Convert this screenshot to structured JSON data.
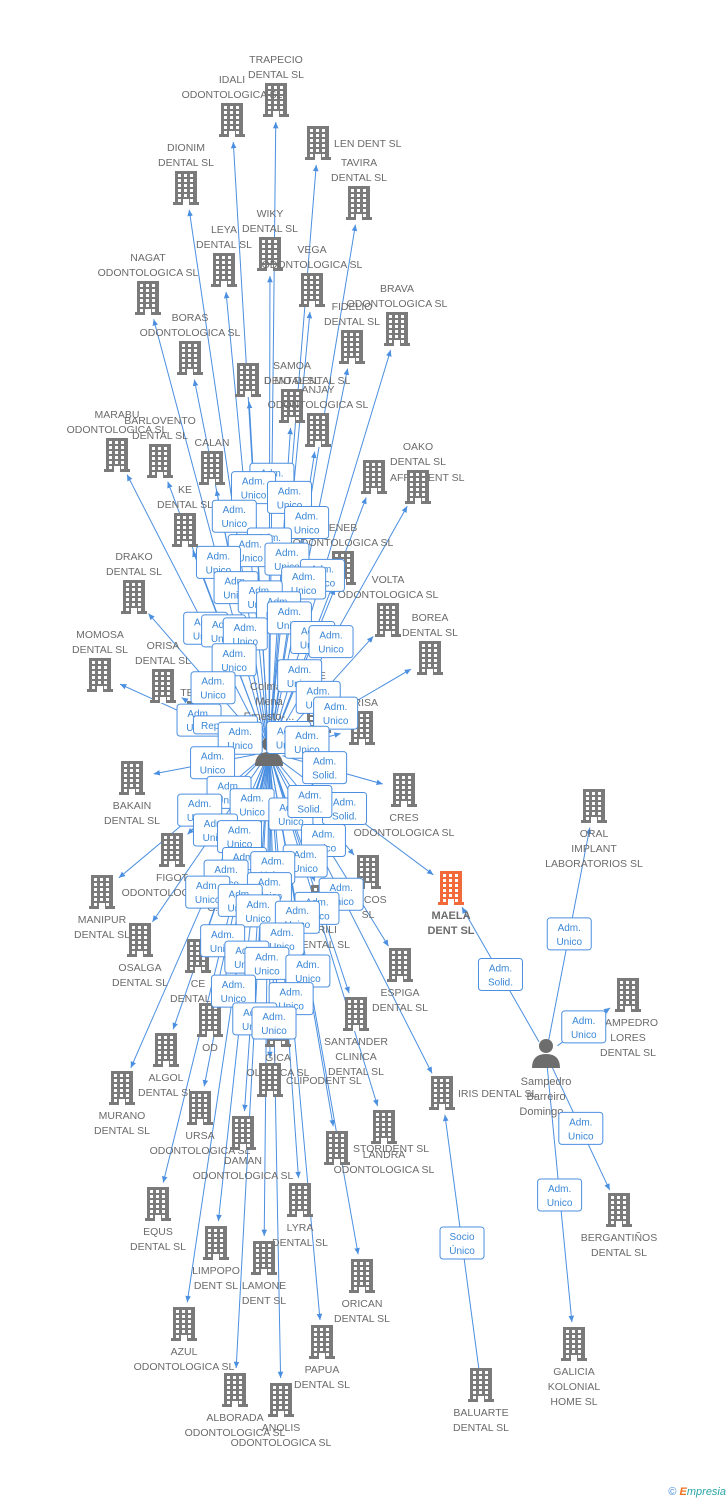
{
  "colors": {
    "edge": "#4b8fe0",
    "building": "#7a7a7a",
    "focus_building": "#f26a3a",
    "person": "#6d6d6d",
    "label": "#6b6b6b",
    "role_border": "#4b8fe0",
    "role_text": "#3a87d6"
  },
  "people": [
    {
      "id": "colman",
      "lines": [
        "Colman",
        "Mena",
        "Ernesto-..."
      ]
    },
    {
      "id": "sampedro",
      "lines": [
        "Sampedro",
        "Barreiro",
        "Domingo..."
      ]
    }
  ],
  "companies": [
    {
      "id": "trapecio",
      "lines": [
        "TRAPECIO",
        "DENTAL SL"
      ]
    },
    {
      "id": "idali",
      "lines": [
        "IDALI",
        "ODONTOLOGICA SL"
      ]
    },
    {
      "id": "len",
      "lines": [
        "LEN DENT SL"
      ]
    },
    {
      "id": "dionim",
      "lines": [
        "DIONIM",
        "DENTAL SL"
      ]
    },
    {
      "id": "tavira",
      "lines": [
        "TAVIRA",
        "DENTAL SL"
      ]
    },
    {
      "id": "wiky",
      "lines": [
        "WIKY",
        "DENTAL SL"
      ]
    },
    {
      "id": "leya",
      "lines": [
        "LEYA",
        "DENTAL SL"
      ]
    },
    {
      "id": "vega",
      "lines": [
        "VEGA",
        "ODONTOLOGICA SL"
      ]
    },
    {
      "id": "nagat",
      "lines": [
        "NAGAT",
        "ODONTOLOGICA SL"
      ]
    },
    {
      "id": "brava",
      "lines": [
        "BRAVA",
        "ODONTOLOGICA SL"
      ]
    },
    {
      "id": "fidelio",
      "lines": [
        "FIDELIO",
        "DENTAL SL"
      ]
    },
    {
      "id": "boras",
      "lines": [
        "BORAS",
        "ODONTOLOGICA SL"
      ]
    },
    {
      "id": "dimo",
      "lines": [
        "DIMO DENTAL SL"
      ]
    },
    {
      "id": "samoa",
      "lines": [
        "SAMOA",
        "DENTAL SL"
      ]
    },
    {
      "id": "marabu",
      "lines": [
        "MARABU",
        "ODONTOLOGICA SL"
      ]
    },
    {
      "id": "barlovento",
      "lines": [
        "BARLOVENTO",
        "DENTAL SL"
      ]
    },
    {
      "id": "calan",
      "lines": [
        "CALAN"
      ]
    },
    {
      "id": "anjay",
      "lines": [
        "ANJAY",
        "ODONTOLOGICA SL"
      ]
    },
    {
      "id": "afra",
      "lines": [
        "AFRA DENT SL"
      ]
    },
    {
      "id": "oako",
      "lines": [
        "OAKO",
        "DENTAL SL"
      ]
    },
    {
      "id": "kesia",
      "lines": [
        "KE",
        "DENTAL SL"
      ]
    },
    {
      "id": "eneb",
      "lines": [
        "ENEB",
        "ODONTOLOGICA SL"
      ]
    },
    {
      "id": "drako",
      "lines": [
        "DRAKO",
        "DENTAL SL"
      ]
    },
    {
      "id": "volta",
      "lines": [
        "VOLTA",
        "ODONTOLOGICA SL"
      ]
    },
    {
      "id": "momosa",
      "lines": [
        "MOMOSA",
        "DENTAL SL"
      ]
    },
    {
      "id": "orisa",
      "lines": [
        "ORISA",
        "DENTAL SL"
      ]
    },
    {
      "id": "borea",
      "lines": [
        "BOREA",
        "DENTAL SL"
      ]
    },
    {
      "id": "terra",
      "lines": [
        "TERRA"
      ]
    },
    {
      "id": "me",
      "lines": [
        "ME",
        "DENT"
      ]
    },
    {
      "id": "kurisa",
      "lines": [
        "URISA"
      ]
    },
    {
      "id": "bakain",
      "lines": [
        "BAKAIN",
        "DENTAL SL"
      ]
    },
    {
      "id": "cres",
      "lines": [
        "CRES",
        "ODONTOLOGICA SL"
      ]
    },
    {
      "id": "oral",
      "lines": [
        "ORAL",
        "IMPLANT",
        "LABORATORIOS SL"
      ]
    },
    {
      "id": "figot",
      "lines": [
        "FIGOT",
        "ODONTOLOGICA SL"
      ]
    },
    {
      "id": "cfgen",
      "lines": [
        "C.F.GEN"
      ]
    },
    {
      "id": "maela",
      "lines": [
        "MAELA",
        "DENT SL"
      ],
      "focus": true
    },
    {
      "id": "manipur",
      "lines": [
        "MANIPUR",
        "DENTAL SL"
      ]
    },
    {
      "id": "idrili",
      "lines": [
        "IDRILI",
        "DENTAL SL"
      ]
    },
    {
      "id": "arcos",
      "lines": [
        "ARCOS",
        "SL"
      ]
    },
    {
      "id": "osalga",
      "lines": [
        "OSALGA",
        "DENTAL SL"
      ]
    },
    {
      "id": "ce",
      "lines": [
        "CE",
        "DENTAL SL"
      ]
    },
    {
      "id": "espiga",
      "lines": [
        "ESPIGA",
        "DENTAL SL"
      ]
    },
    {
      "id": "sampedro_lores",
      "lines": [
        "SAMPEDRO",
        "LORES",
        "DENTAL SL"
      ]
    },
    {
      "id": "od",
      "lines": [
        "OD"
      ]
    },
    {
      "id": "santander",
      "lines": [
        "SANTANDER",
        "CLINICA",
        "DENTAL SL"
      ]
    },
    {
      "id": "gica",
      "lines": [
        "GICA",
        "OLOGICA SL"
      ]
    },
    {
      "id": "algol",
      "lines": [
        "ALGOL",
        "DENTAL SL"
      ]
    },
    {
      "id": "murano",
      "lines": [
        "MURANO",
        "DENTAL SL"
      ]
    },
    {
      "id": "clipodent",
      "lines": [
        "CLIPODENT SL"
      ]
    },
    {
      "id": "iris",
      "lines": [
        "IRIS DENTAL SL"
      ]
    },
    {
      "id": "ursa",
      "lines": [
        "URSA",
        "ODONTOLOGICA SL"
      ]
    },
    {
      "id": "daman",
      "lines": [
        "DAMAN",
        "ODONTOLOGICA SL"
      ]
    },
    {
      "id": "landra",
      "lines": [
        "LANDRA",
        "ODONTOLOGICA SL"
      ]
    },
    {
      "id": "storident",
      "lines": [
        "STORIDENT SL"
      ]
    },
    {
      "id": "equs",
      "lines": [
        "EQUS",
        "DENTAL SL"
      ]
    },
    {
      "id": "lyra",
      "lines": [
        "LYRA",
        "DENTAL SL"
      ]
    },
    {
      "id": "berganti",
      "lines": [
        "BERGANTIÑOS",
        "DENTAL SL"
      ]
    },
    {
      "id": "limpopo",
      "lines": [
        "LIMPOPO",
        "DENT SL"
      ]
    },
    {
      "id": "lamone",
      "lines": [
        "LAMONE",
        "DENT SL"
      ]
    },
    {
      "id": "orican",
      "lines": [
        "ORICAN",
        "DENTAL SL"
      ]
    },
    {
      "id": "azul",
      "lines": [
        "AZUL",
        "ODONTOLOGICA SL"
      ]
    },
    {
      "id": "galicia",
      "lines": [
        "GALICIA",
        "KOLONIAL",
        "HOME SL"
      ]
    },
    {
      "id": "papua",
      "lines": [
        "PAPUA",
        "DENTAL SL"
      ]
    },
    {
      "id": "baluarte",
      "lines": [
        "BALUARTE",
        "DENTAL SL"
      ]
    },
    {
      "id": "alborada",
      "lines": [
        "ALBORADA",
        "ODONTOLOGICA SL"
      ]
    },
    {
      "id": "anolis",
      "lines": [
        "ANOLIS",
        "ODONTOLOGICA SL"
      ]
    }
  ],
  "relations": [
    {
      "from": "colman",
      "to": "trapecio",
      "role": [
        "Adm.",
        "Unico"
      ]
    },
    {
      "from": "colman",
      "to": "idali",
      "role": [
        "Adm.",
        "Unico"
      ]
    },
    {
      "from": "colman",
      "to": "len",
      "role": [
        "Adm.",
        "Unico"
      ]
    },
    {
      "from": "colman",
      "to": "dionim",
      "role": [
        "Adm.",
        "Unico"
      ]
    },
    {
      "from": "colman",
      "to": "tavira",
      "role": [
        "Adm.",
        "Unico"
      ]
    },
    {
      "from": "colman",
      "to": "wiky",
      "role": [
        "Adm.",
        "Unico"
      ]
    },
    {
      "from": "colman",
      "to": "leya",
      "role": [
        "Adm.",
        "Unico"
      ]
    },
    {
      "from": "colman",
      "to": "vega",
      "role": [
        "Adm.",
        "Unico"
      ]
    },
    {
      "from": "colman",
      "to": "nagat",
      "role": [
        "Adm.",
        "Unico"
      ]
    },
    {
      "from": "colman",
      "to": "brava",
      "role": [
        "Adm.",
        "Unico"
      ]
    },
    {
      "from": "colman",
      "to": "fidelio",
      "role": [
        "Adm.",
        "Unico"
      ]
    },
    {
      "from": "colman",
      "to": "boras",
      "role": [
        "Adm.",
        "Unico"
      ]
    },
    {
      "from": "colman",
      "to": "dimo",
      "role": [
        "Adm.",
        "Unico"
      ]
    },
    {
      "from": "colman",
      "to": "samoa",
      "role": [
        "Adm.",
        "Unico"
      ]
    },
    {
      "from": "colman",
      "to": "marabu",
      "role": [
        "Adm.",
        "Unico"
      ]
    },
    {
      "from": "colman",
      "to": "barlovento",
      "role": [
        "Adm.",
        "Unico"
      ]
    },
    {
      "from": "colman",
      "to": "calan",
      "role": [
        "Adm.",
        "Unico"
      ]
    },
    {
      "from": "colman",
      "to": "anjay",
      "role": [
        "Adm.",
        "Unico"
      ]
    },
    {
      "from": "colman",
      "to": "afra",
      "role": [
        "Adm.",
        "Unico"
      ]
    },
    {
      "from": "colman",
      "to": "oako",
      "role": [
        "Adm.",
        "Unico"
      ]
    },
    {
      "from": "colman",
      "to": "kesia",
      "role": [
        "Adm.",
        "Unico"
      ]
    },
    {
      "from": "colman",
      "to": "eneb",
      "role": [
        "Adm.",
        "Unico"
      ]
    },
    {
      "from": "colman",
      "to": "drako",
      "role": [
        "Adm.",
        "Unico"
      ]
    },
    {
      "from": "colman",
      "to": "volta",
      "role": [
        "Adm.",
        "Unico"
      ]
    },
    {
      "from": "colman",
      "to": "momosa",
      "role": [
        "Adm.",
        "Unico"
      ]
    },
    {
      "from": "colman",
      "to": "orisa",
      "role": [
        "Represent."
      ]
    },
    {
      "from": "colman",
      "to": "borea",
      "role": [
        "Adm.",
        "Unico"
      ]
    },
    {
      "from": "colman",
      "to": "terra",
      "role": [
        "Adm.",
        "Unico"
      ]
    },
    {
      "from": "colman",
      "to": "me",
      "role": [
        "Adm.",
        "Unico"
      ]
    },
    {
      "from": "colman",
      "to": "kurisa",
      "role": [
        "Adm.",
        "Unico"
      ]
    },
    {
      "from": "colman",
      "to": "bakain",
      "role": [
        "Adm.",
        "Unico"
      ]
    },
    {
      "from": "colman",
      "to": "cres",
      "role": [
        "Adm.",
        "Solid."
      ]
    },
    {
      "from": "colman",
      "to": "figot",
      "role": [
        "Adm.",
        "Unico"
      ]
    },
    {
      "from": "colman",
      "to": "cfgen",
      "role": [
        "Adm.",
        "Unico"
      ]
    },
    {
      "from": "colman",
      "to": "maela",
      "role": [
        "Adm.",
        "Solid."
      ]
    },
    {
      "from": "colman",
      "to": "manipur",
      "role": [
        "Adm.",
        "Unico"
      ]
    },
    {
      "from": "colman",
      "to": "idrili",
      "role": [
        "Adm.",
        "Unico"
      ]
    },
    {
      "from": "colman",
      "to": "arcos",
      "role": [
        "Adm.",
        "Solid."
      ]
    },
    {
      "from": "colman",
      "to": "osalga",
      "role": [
        "Adm.",
        "Unico"
      ]
    },
    {
      "from": "colman",
      "to": "ce",
      "role": [
        "Adm.",
        "Unico"
      ]
    },
    {
      "from": "colman",
      "to": "espiga",
      "role": [
        "Adm.",
        "Unico"
      ]
    },
    {
      "from": "colman",
      "to": "od",
      "role": [
        "Adm.",
        "Unico"
      ]
    },
    {
      "from": "colman",
      "to": "santander",
      "role": [
        "Adm.",
        "Unico"
      ]
    },
    {
      "from": "colman",
      "to": "gica",
      "role": [
        "Adm.",
        "Unico"
      ]
    },
    {
      "from": "colman",
      "to": "algol",
      "role": [
        "Adm.",
        "Unico"
      ]
    },
    {
      "from": "colman",
      "to": "murano",
      "role": [
        "Adm.",
        "Unico"
      ]
    },
    {
      "from": "colman",
      "to": "clipodent",
      "role": [
        "Adm.",
        "Unico"
      ]
    },
    {
      "from": "colman",
      "to": "iris",
      "role": [
        "Adm.",
        "Unico"
      ]
    },
    {
      "from": "colman",
      "to": "ursa",
      "role": [
        "Adm.",
        "Unico"
      ]
    },
    {
      "from": "colman",
      "to": "daman",
      "role": [
        "Adm.",
        "Unico"
      ]
    },
    {
      "from": "colman",
      "to": "landra",
      "role": [
        "Adm.",
        "Unico"
      ]
    },
    {
      "from": "colman",
      "to": "storident",
      "role": [
        "Adm.",
        "Unico"
      ]
    },
    {
      "from": "colman",
      "to": "equs",
      "role": [
        "Adm.",
        "Unico"
      ]
    },
    {
      "from": "colman",
      "to": "lyra",
      "role": [
        "Adm.",
        "Unico"
      ]
    },
    {
      "from": "colman",
      "to": "limpopo",
      "role": [
        "Adm.",
        "Unico"
      ]
    },
    {
      "from": "colman",
      "to": "lamone",
      "role": [
        "Adm.",
        "Unico"
      ]
    },
    {
      "from": "colman",
      "to": "orican",
      "role": [
        "Adm.",
        "Unico"
      ]
    },
    {
      "from": "colman",
      "to": "azul",
      "role": [
        "Adm.",
        "Unico"
      ]
    },
    {
      "from": "colman",
      "to": "papua",
      "role": [
        "Adm.",
        "Unico"
      ]
    },
    {
      "from": "colman",
      "to": "alborada",
      "role": [
        "Adm.",
        "Unico"
      ]
    },
    {
      "from": "colman",
      "to": "anolis",
      "role": [
        "Adm.",
        "Unico"
      ]
    },
    {
      "from": "sampedro",
      "to": "maela",
      "role": [
        "Adm.",
        "Solid."
      ]
    },
    {
      "from": "sampedro",
      "to": "oral",
      "role": [
        "Adm.",
        "Unico"
      ]
    },
    {
      "from": "sampedro",
      "to": "sampedro_lores",
      "role": [
        "Adm.",
        "Unico"
      ]
    },
    {
      "from": "sampedro",
      "to": "berganti",
      "role": [
        "Adm.",
        "Unico"
      ]
    },
    {
      "from": "sampedro",
      "to": "galicia",
      "role": [
        "Adm.",
        "Unico"
      ]
    },
    {
      "from": "baluarte",
      "to": "iris",
      "role": [
        "Socio",
        "Único"
      ]
    }
  ],
  "footer": {
    "copyright": "©",
    "brand_initial": "E",
    "brand_rest": "mpresia"
  }
}
